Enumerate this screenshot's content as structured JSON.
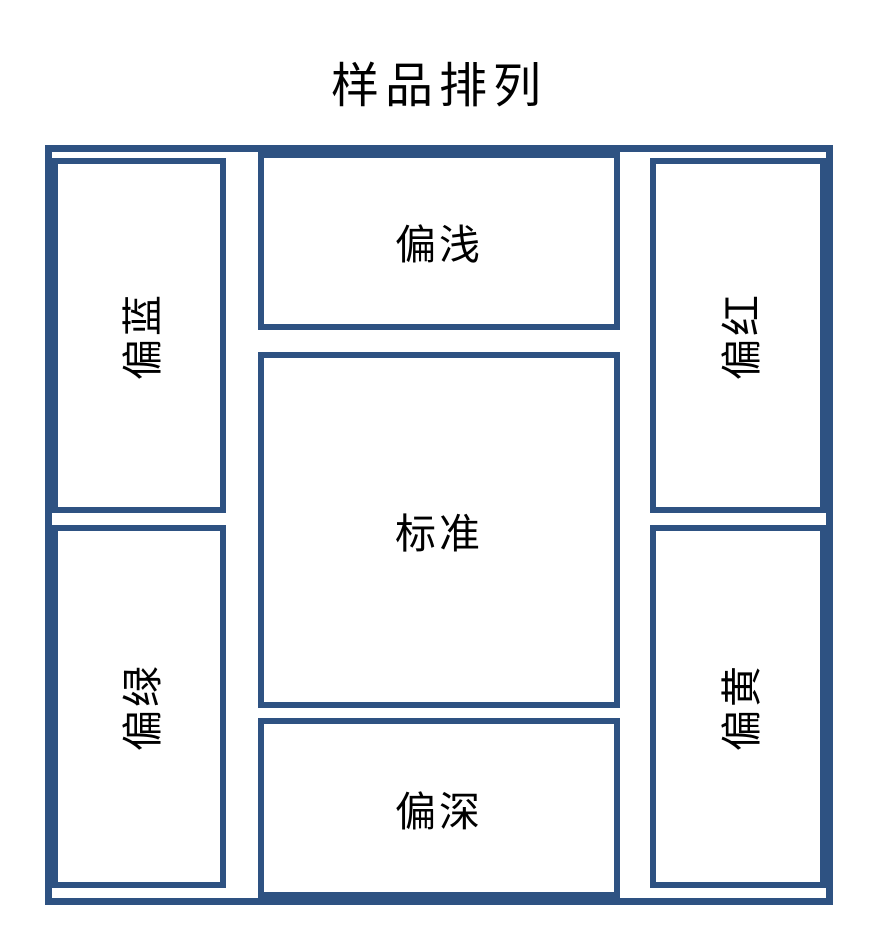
{
  "title": "样品排列",
  "colors": {
    "border": "#2e5282",
    "text": "#000000",
    "background": "#ffffff"
  },
  "boxes": [
    {
      "position": "left-top",
      "label": "偏蓝",
      "orientation": "vertical"
    },
    {
      "position": "left-bottom",
      "label": "偏绿",
      "orientation": "vertical"
    },
    {
      "position": "center-top",
      "label": "偏浅",
      "orientation": "horizontal"
    },
    {
      "position": "center-middle",
      "label": "标准",
      "orientation": "horizontal"
    },
    {
      "position": "center-bottom",
      "label": "偏深",
      "orientation": "horizontal"
    },
    {
      "position": "right-top",
      "label": "偏红",
      "orientation": "vertical"
    },
    {
      "position": "right-bottom",
      "label": "偏黄",
      "orientation": "vertical"
    }
  ]
}
